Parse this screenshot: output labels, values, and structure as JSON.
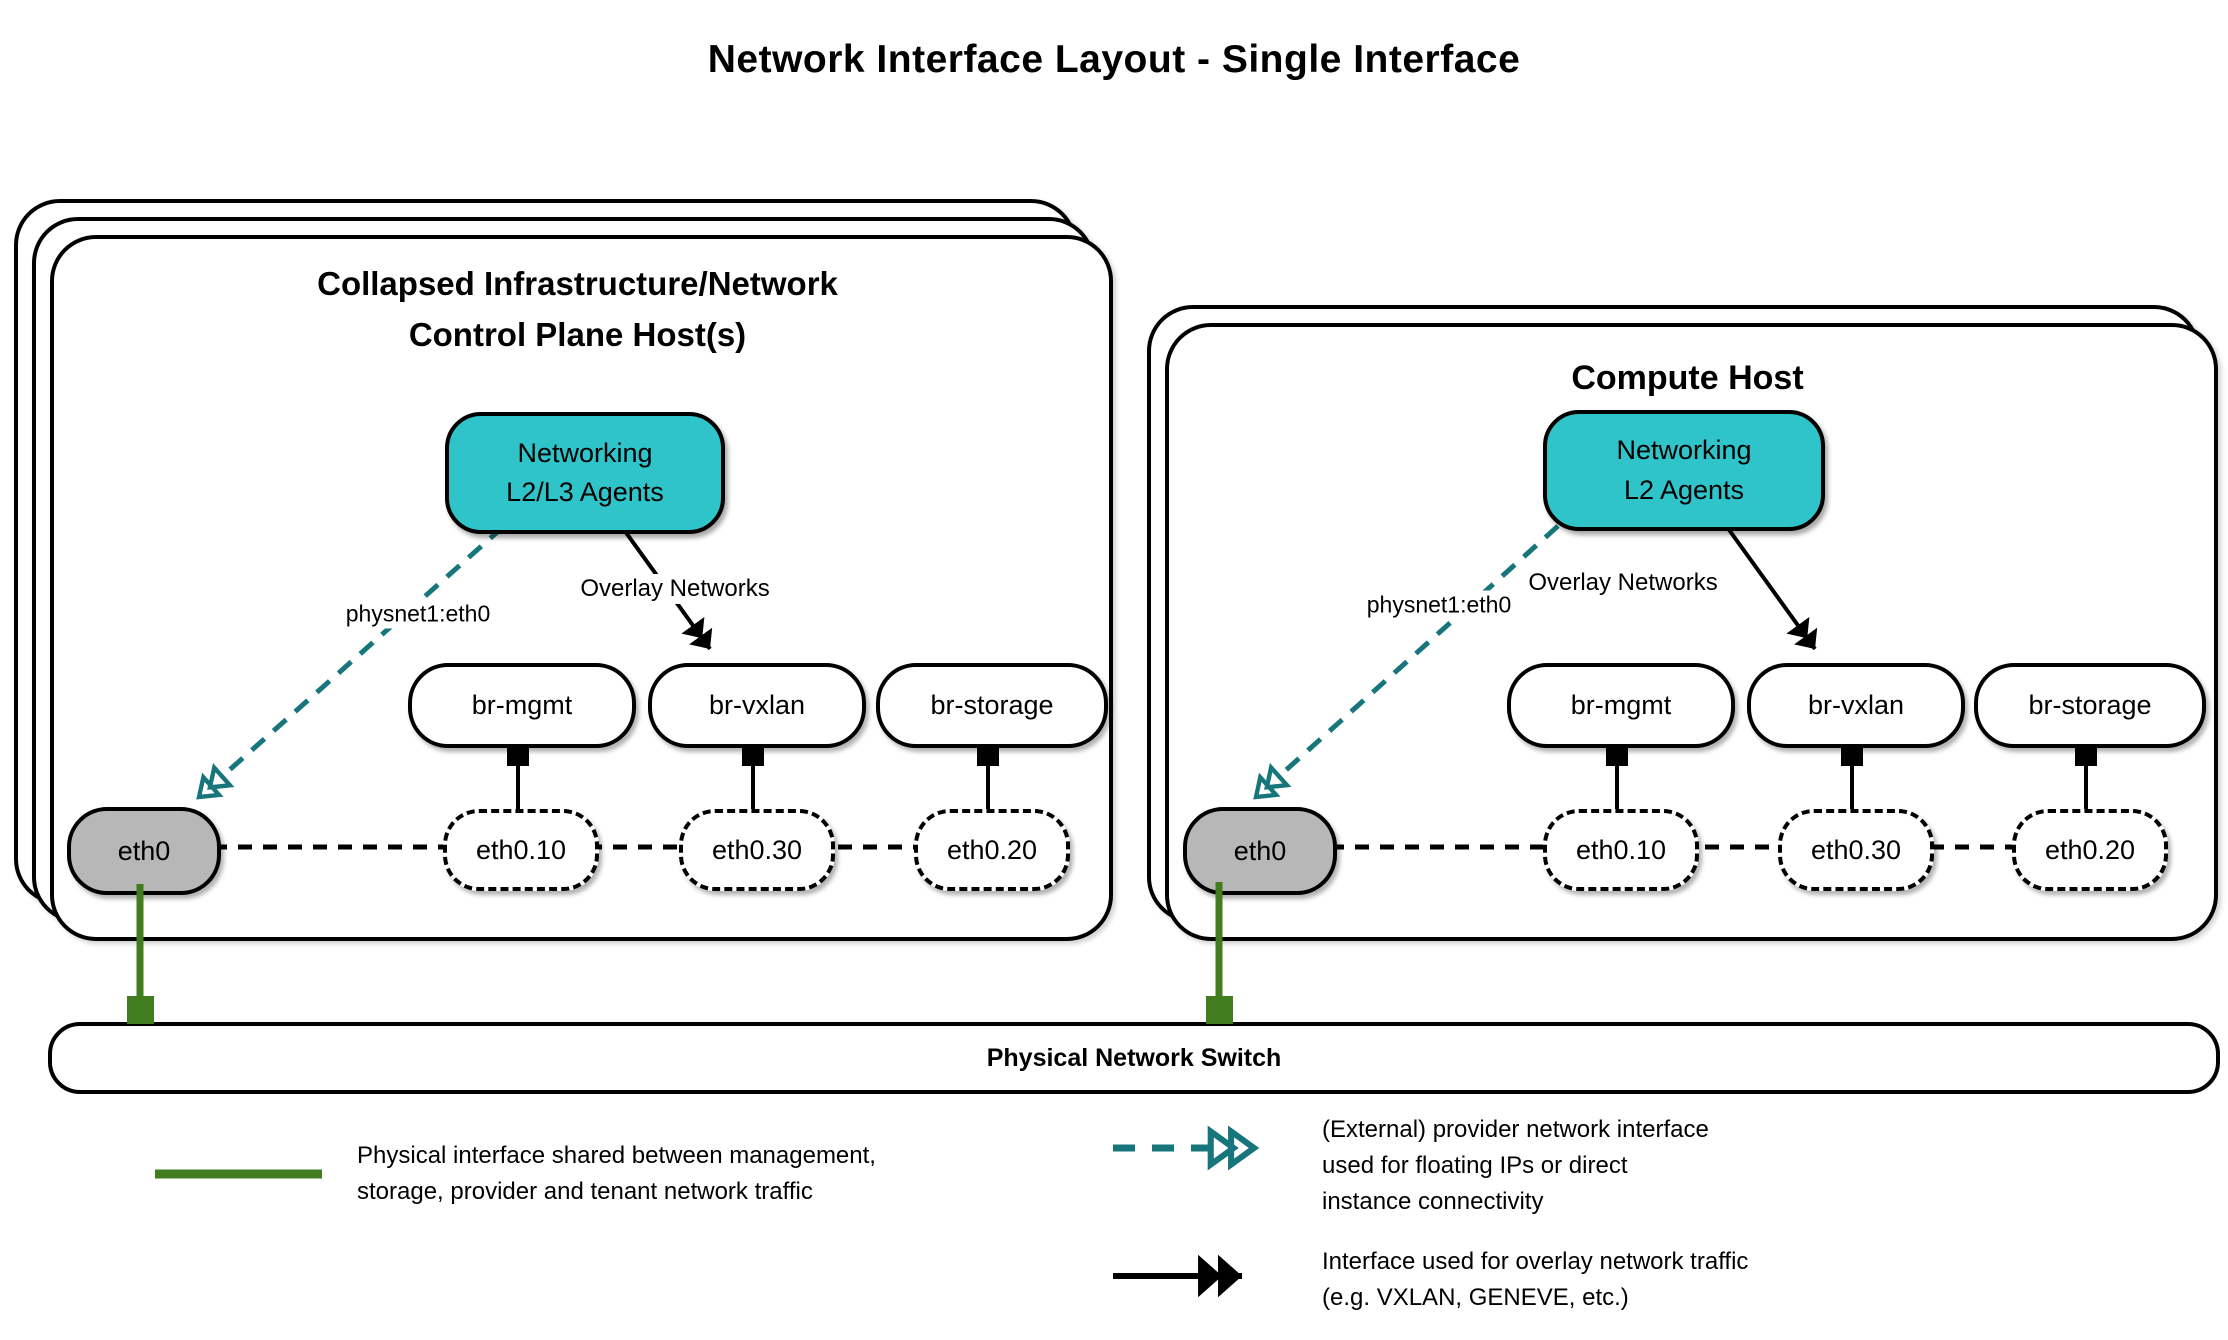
{
  "title": "Network Interface Layout - Single Interface",
  "hosts": [
    {
      "title_lines": [
        "Collapsed Infrastructure/Network",
        "Control Plane Host(s)"
      ],
      "agent_lines": [
        "Networking",
        "L2/L3 Agents"
      ],
      "provider_label": "physnet1:eth0",
      "overlay_label": "Overlay Networks",
      "bridges": [
        "br-mgmt",
        "br-vxlan",
        "br-storage"
      ],
      "interface": "eth0",
      "subinterfaces": [
        "eth0.10",
        "eth0.30",
        "eth0.20"
      ]
    },
    {
      "title_lines": [
        "Compute Host"
      ],
      "agent_lines": [
        "Networking",
        "L2 Agents"
      ],
      "provider_label": "physnet1:eth0",
      "overlay_label": "Overlay Networks",
      "bridges": [
        "br-mgmt",
        "br-vxlan",
        "br-storage"
      ],
      "interface": "eth0",
      "subinterfaces": [
        "eth0.10",
        "eth0.30",
        "eth0.20"
      ]
    }
  ],
  "switch_label": "Physical Network Switch",
  "legend": [
    {
      "symbol": "physical-green-line",
      "lines": [
        "Physical interface shared between management,",
        "storage, provider and tenant network traffic"
      ]
    },
    {
      "symbol": "provider-teal-dashed-arrow",
      "lines": [
        "(External) provider network interface",
        "used for floating IPs or direct",
        "instance connectivity"
      ]
    },
    {
      "symbol": "overlay-black-arrow",
      "lines": [
        "Interface used for overlay network traffic",
        "(e.g. VXLAN, GENEVE, etc.)"
      ]
    }
  ],
  "colors": {
    "agent_fill": "#2EC4C9",
    "provider_teal": "#17767C",
    "physical_green": "#417D1F",
    "interface_fill": "#B7B7B7",
    "line_black": "#000000"
  }
}
